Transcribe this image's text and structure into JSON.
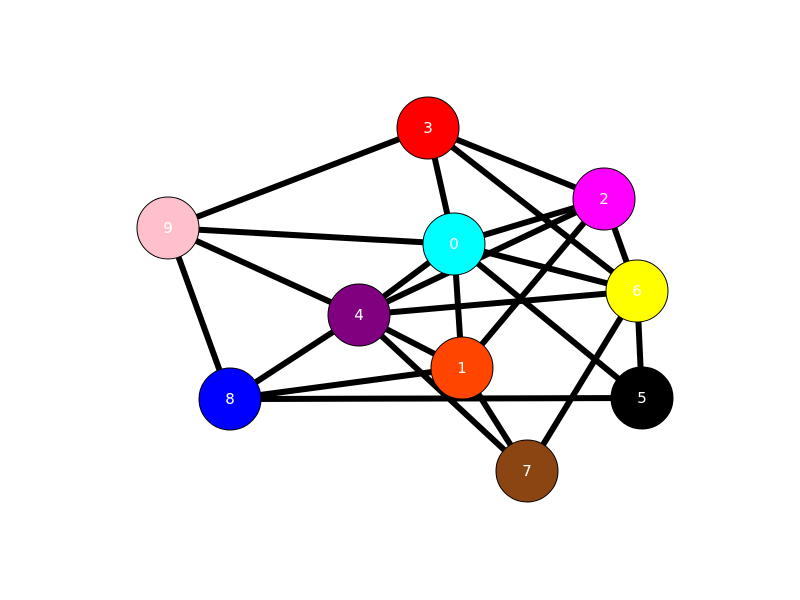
{
  "graph": {
    "nodes": [
      {
        "id": "0",
        "color": "#00ffff"
      },
      {
        "id": "1",
        "color": "#ff4500"
      },
      {
        "id": "2",
        "color": "#ff00ff"
      },
      {
        "id": "3",
        "color": "#ff0000"
      },
      {
        "id": "4",
        "color": "#800080"
      },
      {
        "id": "5",
        "color": "#000000"
      },
      {
        "id": "6",
        "color": "#ffff00"
      },
      {
        "id": "7",
        "color": "#8b4513"
      },
      {
        "id": "8",
        "color": "#0000ff"
      },
      {
        "id": "9",
        "color": "#ffc0cb"
      }
    ],
    "edges": [
      [
        "3",
        "9"
      ],
      [
        "3",
        "0"
      ],
      [
        "3",
        "2"
      ],
      [
        "3",
        "6"
      ],
      [
        "9",
        "0"
      ],
      [
        "9",
        "4"
      ],
      [
        "9",
        "8"
      ],
      [
        "0",
        "2"
      ],
      [
        "0",
        "6"
      ],
      [
        "0",
        "4"
      ],
      [
        "0",
        "1"
      ],
      [
        "0",
        "5"
      ],
      [
        "2",
        "4"
      ],
      [
        "2",
        "6"
      ],
      [
        "2",
        "1"
      ],
      [
        "4",
        "6"
      ],
      [
        "4",
        "8"
      ],
      [
        "4",
        "1"
      ],
      [
        "4",
        "7"
      ],
      [
        "6",
        "5"
      ],
      [
        "6",
        "7"
      ],
      [
        "1",
        "8"
      ],
      [
        "1",
        "7"
      ],
      [
        "8",
        "5"
      ]
    ]
  }
}
